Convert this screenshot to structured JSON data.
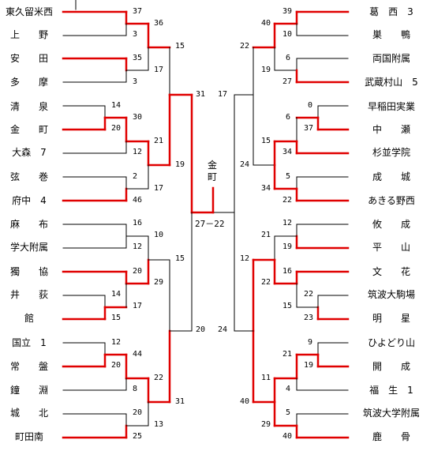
{
  "colors": {
    "winner_line": "#e00000",
    "loser_line": "#000000",
    "background": "#ffffff",
    "text": "#000000"
  },
  "left_teams": [
    "東久留米西",
    "上　　野",
    "安　　田",
    "多　　摩",
    "清　　泉",
    "金　　町",
    "大森　7",
    "弦　　巻",
    "府中　4",
    "麻　　布",
    "学大附属",
    "獨　　協",
    "井　　荻",
    "館",
    "国立　1",
    "常　　盤",
    "鐘　　淵",
    "城　　北",
    "町田南"
  ],
  "right_teams": [
    "葛　西　3",
    "巣　　鴨",
    "両国附属",
    "武蔵村山　5",
    "早稲田実業",
    "中　　瀬",
    "杉並学院",
    "成　　城",
    "あきる野西",
    "攸　　成",
    "平　　山",
    "文　　花",
    "筑波大駒場",
    "明　　星",
    "ひよどり山",
    "開　　成",
    "福　生　1",
    "筑波大学附属",
    "鹿　　骨"
  ],
  "champion": {
    "line1": "金",
    "line2": "町"
  },
  "final_score": "27－22",
  "scores": {
    "L1": [
      "37",
      "3",
      "35",
      "3",
      "14",
      "20",
      "30",
      "12",
      "2",
      "46",
      "16",
      "12",
      "20",
      "14",
      "17",
      "15",
      "12",
      "20",
      "44",
      "8",
      "20",
      "25"
    ],
    "L2": [
      "36",
      "17",
      "21",
      "17",
      "10",
      "29",
      "22",
      "13"
    ],
    "L3": [
      "15",
      "19",
      "15",
      "31"
    ],
    "L4": [
      "31",
      "20"
    ],
    "R1": [
      "39",
      "10",
      "6",
      "27",
      "0",
      "37",
      "6",
      "34",
      "5",
      "22",
      "12",
      "19",
      "16",
      "22",
      "23",
      "15",
      "9",
      "19",
      "21",
      "4",
      "5",
      "40"
    ],
    "R2": [
      "40",
      "19",
      "15",
      "34",
      "21",
      "22",
      "11",
      "29"
    ],
    "R3": [
      "22",
      "24",
      "12",
      "40"
    ],
    "R4": [
      "17",
      "24"
    ]
  }
}
